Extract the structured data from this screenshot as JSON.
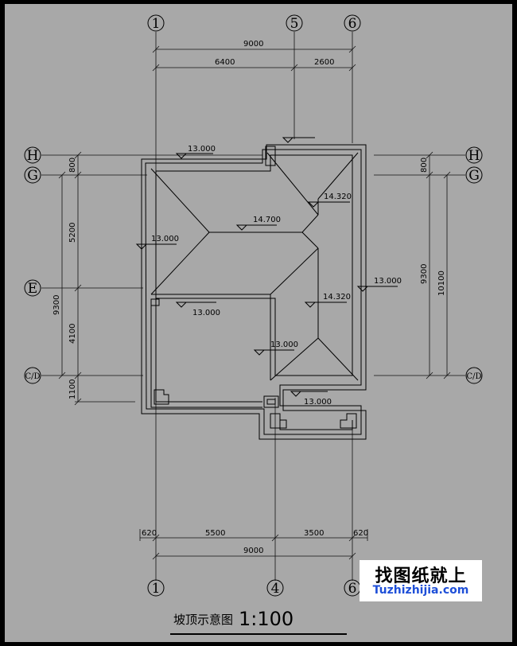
{
  "colors": {
    "background": "#a8a8a8",
    "line": "#000000",
    "logo_blue": "#1e4fd8"
  },
  "axes": {
    "top": [
      "1",
      "5",
      "6"
    ],
    "bottom": [
      "1",
      "4",
      "6"
    ],
    "left": [
      "H",
      "G",
      "E",
      "C/D"
    ],
    "right": [
      "H",
      "G",
      "C/D"
    ]
  },
  "dimensions": {
    "top_total": "9000",
    "top_a": "6400",
    "top_b": "2600",
    "bottom_total": "9000",
    "bottom_a": "620",
    "bottom_b": "5500",
    "bottom_c": "3500",
    "bottom_d": "620",
    "left_800": "800",
    "left_5200": "5200",
    "left_4100": "4100",
    "left_1100": "1100",
    "left_9300": "9300",
    "right_800": "800",
    "right_9300": "9300",
    "right_10100": "10100"
  },
  "elevations": {
    "e1": "13.000",
    "e2": "13.000",
    "e3": "13.000",
    "e4": "13.000",
    "e5": "13.000",
    "e6": "13.000",
    "ridge_top": "14.320",
    "ridge_mid": "14.700",
    "ridge_bot": "14.320"
  },
  "title": {
    "name": "坡顶示意图",
    "scale": "1:100"
  },
  "logo": {
    "cn": "找图纸就上",
    "en": "Tuzhizhijia.com"
  }
}
